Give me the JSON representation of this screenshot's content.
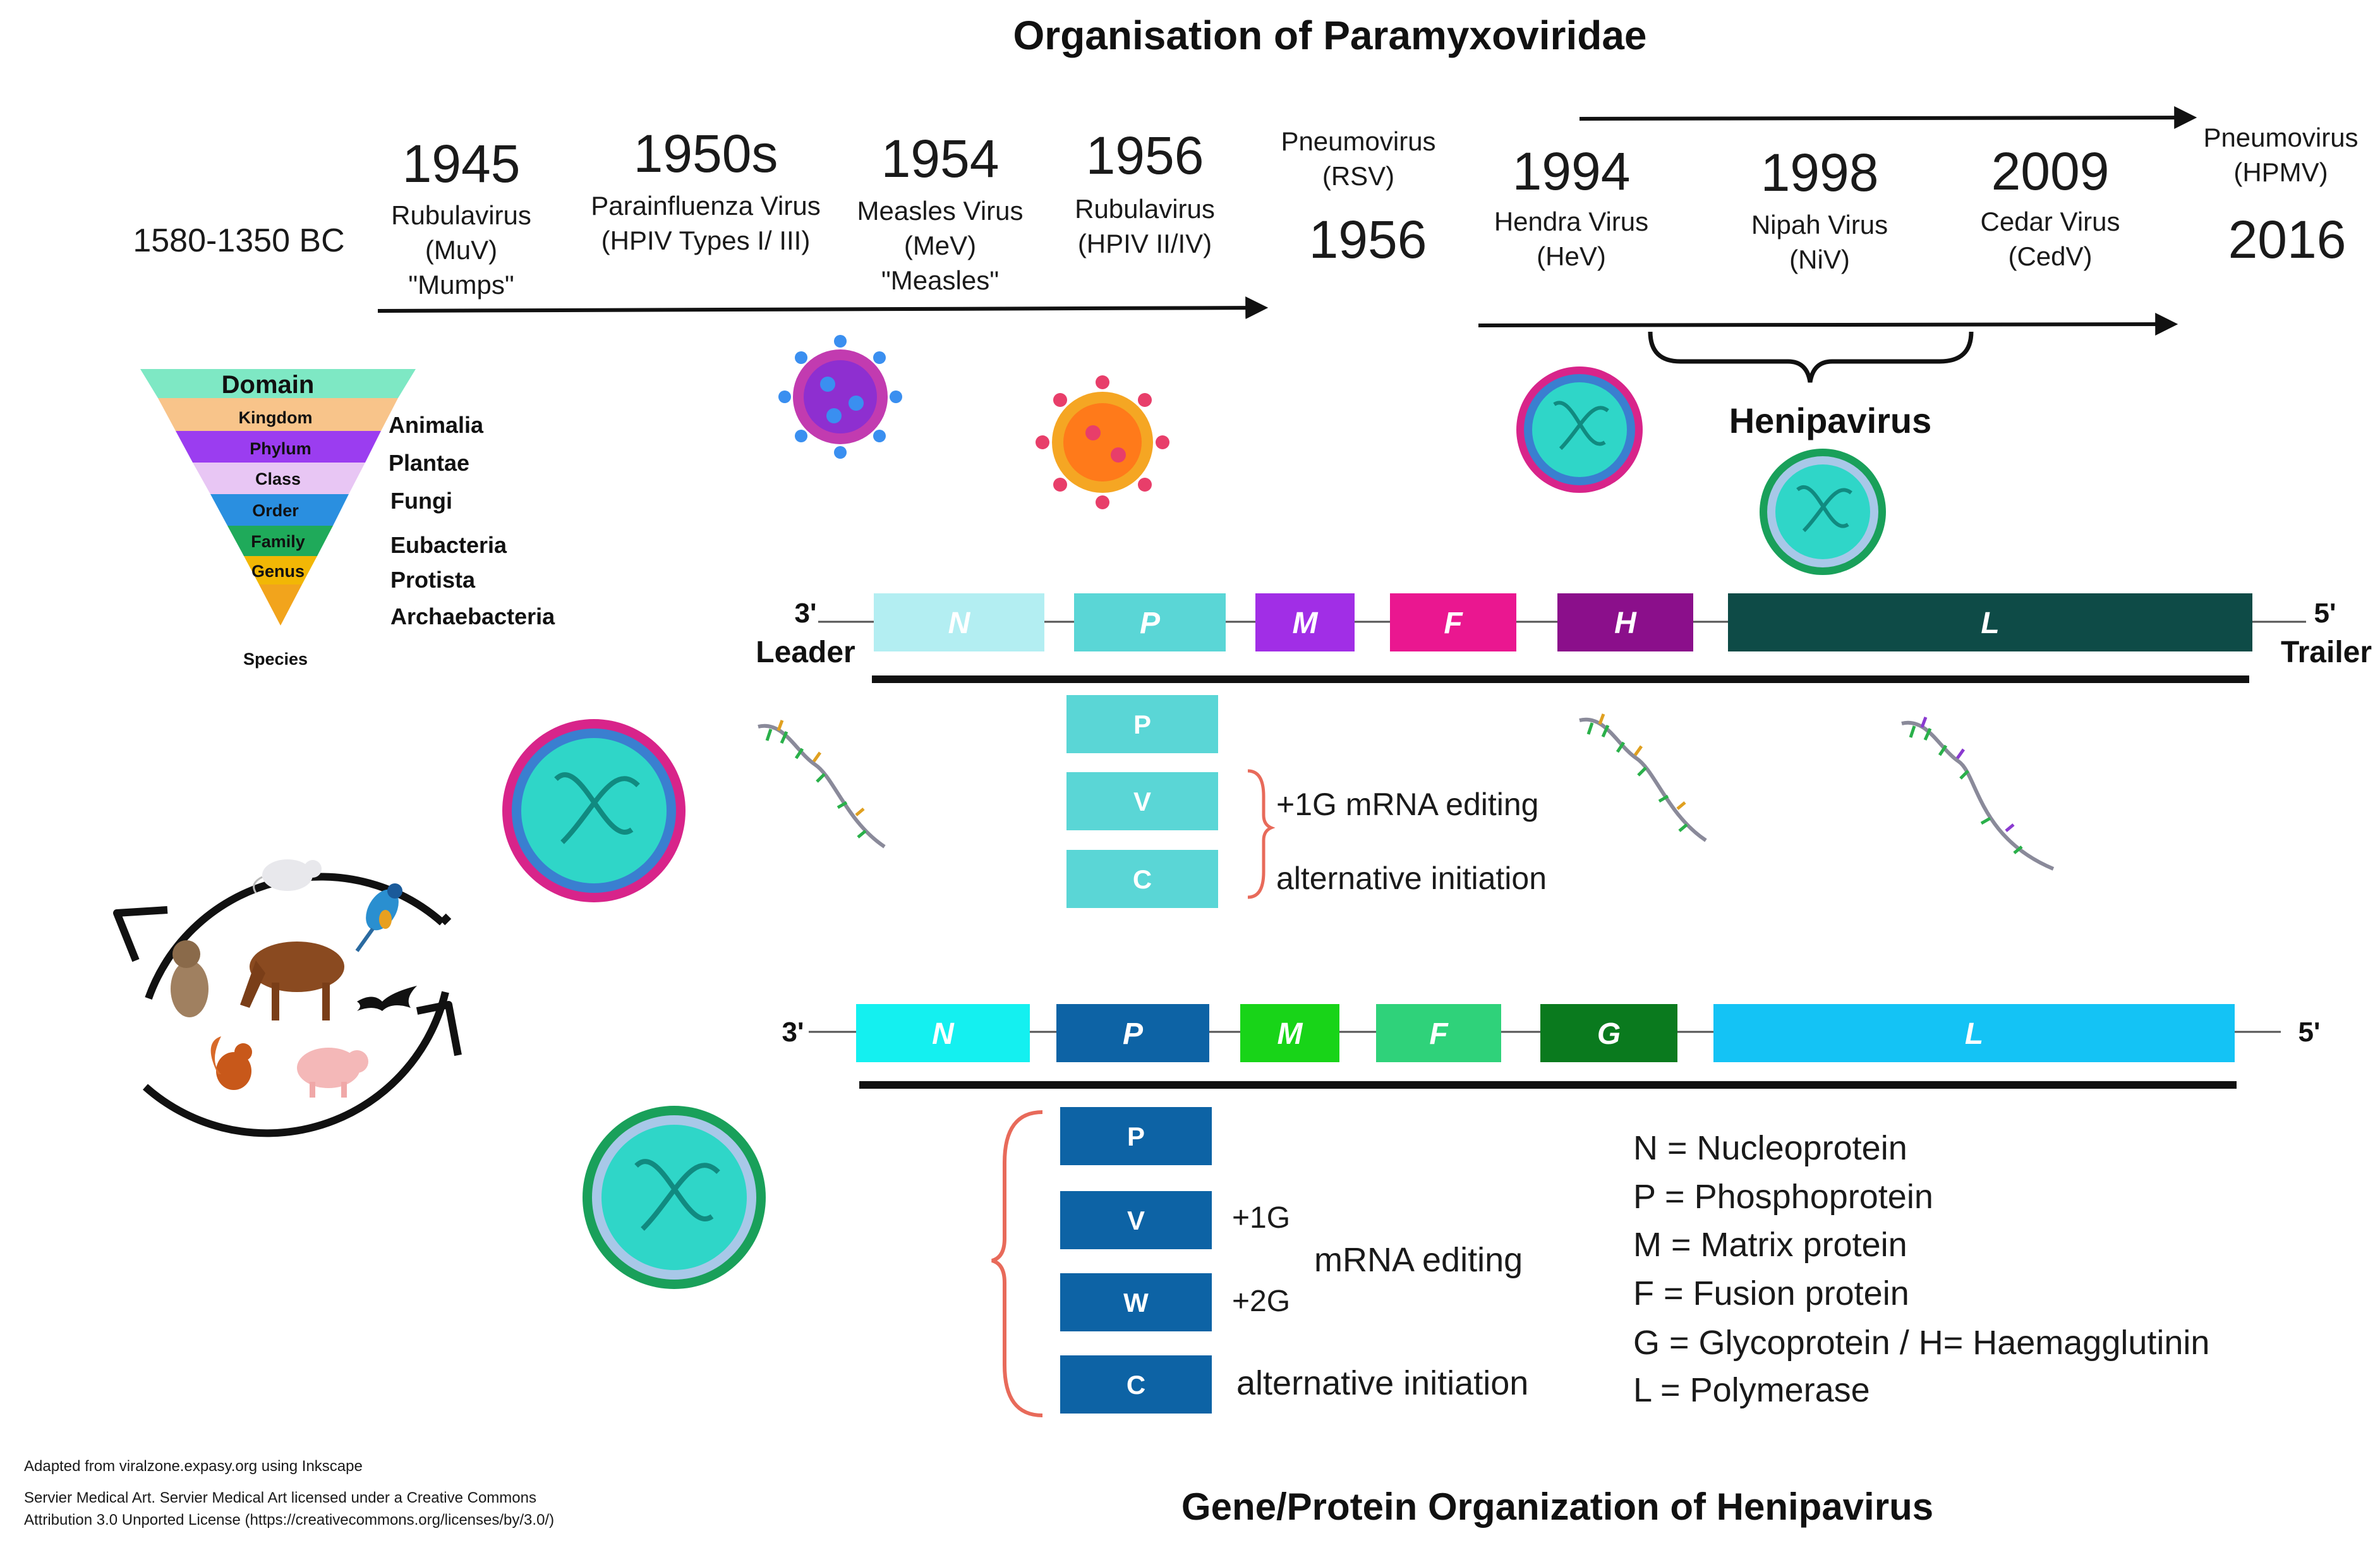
{
  "title": "Organisation of Paramyxoviridae",
  "bottom_title": "Gene/Protein Organization of Henipavirus",
  "timeline": {
    "ancient": "1580-1350 BC",
    "events": [
      {
        "year": "1945",
        "line1": "Rubulavirus",
        "line2": "(MuV)",
        "line3": "\"Mumps\""
      },
      {
        "year": "1950s",
        "line1": "Parainfluenza Virus",
        "line2": "(HPIV Types I/ III)"
      },
      {
        "year": "1954",
        "line1": "Measles Virus",
        "line2": "(MeV)",
        "line3": "\"Measles\""
      },
      {
        "year": "1956",
        "line1": "Rubulavirus",
        "line2": "(HPIV II/IV)"
      },
      {
        "year": "1956",
        "line1": "Pneumovirus",
        "line2": "(RSV)"
      },
      {
        "year": "1994",
        "line1": "Hendra Virus",
        "line2": "(HeV)"
      },
      {
        "year": "1998",
        "line1": "Nipah Virus",
        "line2": "(NiV)"
      },
      {
        "year": "2009",
        "line1": "Cedar Virus",
        "line2": "(CedV)"
      },
      {
        "year": "2016",
        "line1": "Pneumovirus",
        "line2": "(HPMV)"
      }
    ],
    "group_label": "Henipavirus"
  },
  "taxonomy": {
    "levels": [
      "Domain",
      "Kingdom",
      "Phylum",
      "Class",
      "Order",
      "Family",
      "Genus",
      "Species"
    ],
    "colors": [
      "#7ee8c4",
      "#f8c48a",
      "#9b3df0",
      "#e8c6f4",
      "#2a8fe0",
      "#1faa5a",
      "#f2b705",
      "#f2a41c"
    ],
    "kingdoms": [
      "Animalia",
      "Plantae",
      "Fungi",
      "Eubacteria",
      "Protista",
      "Archaebacteria"
    ]
  },
  "genome1": {
    "left_end": "3'",
    "left_label": "Leader",
    "right_end": "5'",
    "right_label": "Trailer",
    "genes": [
      {
        "label": "N",
        "color": "#b3eef2"
      },
      {
        "label": "P",
        "color": "#5ad6d6"
      },
      {
        "label": "M",
        "color": "#a12ee6"
      },
      {
        "label": "F",
        "color": "#ea1790"
      },
      {
        "label": "H",
        "color": "#8b0f8b"
      },
      {
        "label": "L",
        "color": "#0e4b47"
      }
    ],
    "proteins": [
      {
        "label": "P",
        "color": "#5ad6d6"
      },
      {
        "label": "V",
        "color": "#5ad6d6"
      },
      {
        "label": "C",
        "color": "#5ad6d6"
      }
    ],
    "note1": "+1G mRNA editing",
    "note2": "alternative initiation"
  },
  "genome2": {
    "left_end": "3'",
    "right_end": "5'",
    "genes": [
      {
        "label": "N",
        "color": "#14f0f0"
      },
      {
        "label": "P",
        "color": "#0d63a5"
      },
      {
        "label": "M",
        "color": "#18d418"
      },
      {
        "label": "F",
        "color": "#2fd27a"
      },
      {
        "label": "G",
        "color": "#0a7a1e"
      },
      {
        "label": "L",
        "color": "#14c3f5"
      }
    ],
    "proteins": [
      {
        "label": "P",
        "color": "#0d63a5"
      },
      {
        "label": "V",
        "color": "#0d63a5"
      },
      {
        "label": "W",
        "color": "#0d63a5"
      },
      {
        "label": "C",
        "color": "#0d63a5"
      }
    ],
    "plus1g": "+1G",
    "plus2g": "+2G",
    "editing": "mRNA editing",
    "alt": "alternative initiation"
  },
  "legend": [
    "N = Nucleoprotein",
    "P = Phosphoprotein",
    "M = Matrix protein",
    "F = Fusion protein",
    "G = Glycoprotein / H= Haemagglutinin",
    "L = Polymerase"
  ],
  "credits": {
    "line1": "Adapted from viralzone.expasy.org using Inkscape",
    "line2": "Servier Medical Art. Servier Medical Art licensed under a Creative Commons",
    "line3": "Attribution 3.0 Unported License (https://creativecommons.org/licenses/by/3.0/)"
  },
  "colors": {
    "text": "#1a1a1a",
    "bracket": "#e86a5a",
    "virus_teal": "#2fd6c8",
    "virus_pink": "#d8248a",
    "virus_green": "#19a05a"
  },
  "icons": [
    "virus-icon",
    "rna-strand-icon",
    "animal-host-icon",
    "cycle-arrow-icon"
  ]
}
